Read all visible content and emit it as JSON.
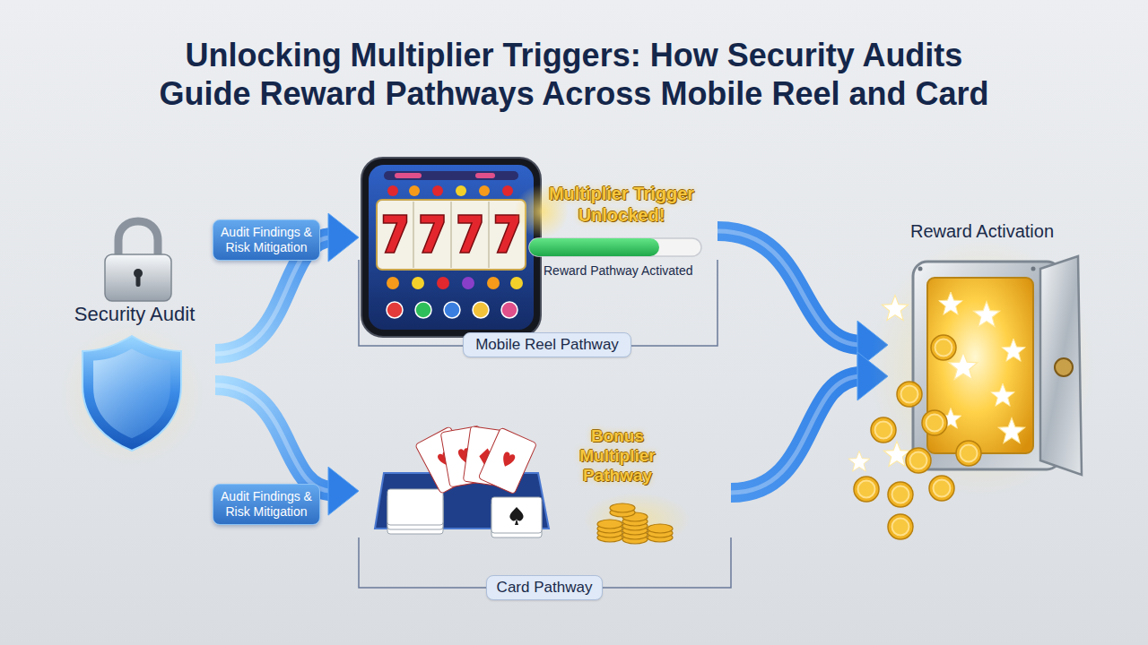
{
  "diagram": {
    "title": "Unlocking Multiplier Triggers: How Security Audits Guide Reward Pathways Across Mobile Reel and Card",
    "nodes": [
      {
        "text": [
          "Security Audit"
        ]
      },
      {
        "text": [
          "Multiplier Trigger Unlocked!",
          "Reward Pathway Activated",
          "Mobile Reel Pathway"
        ]
      },
      {
        "text": [
          "Bonus Multiplier Pathway",
          "Card Pathway"
        ]
      },
      {
        "text": [
          "Reward Activation"
        ]
      }
    ],
    "edges": [
      {
        "from": 0,
        "to": 1,
        "label": "Audit Findings & Risk Mitigation",
        "arrow": "to"
      },
      {
        "from": 0,
        "to": 2,
        "label": "Audit Findings & Risk Mitigation",
        "arrow": "to"
      },
      {
        "from": 1,
        "to": 3,
        "arrow": "to"
      },
      {
        "from": 2,
        "to": 3,
        "arrow": "to"
      }
    ]
  }
}
